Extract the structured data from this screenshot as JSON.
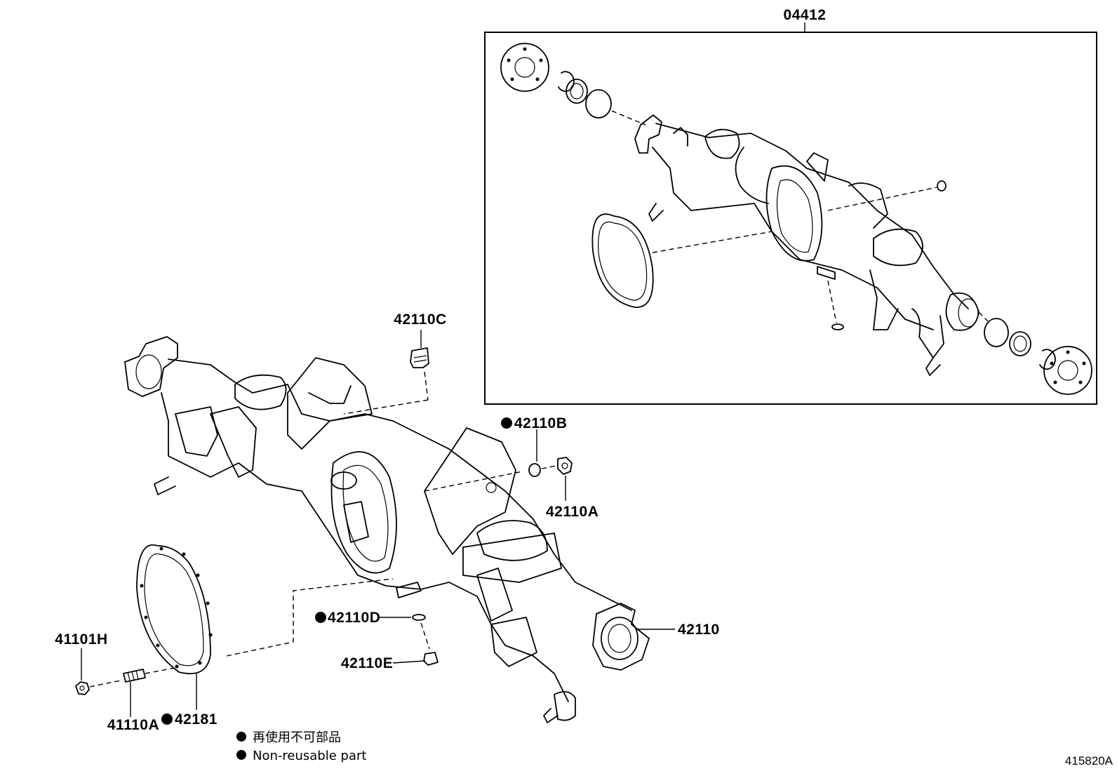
{
  "labels": {
    "assembly": "04412",
    "breather_plug": "42110C",
    "gasket_b": "42110B",
    "plug_a": "42110A",
    "gasket_d": "42110D",
    "plug_e": "42110E",
    "housing": "42110",
    "nut": "41101H",
    "stud": "41110A",
    "cover_gasket": "42181"
  },
  "non_reusable_marked": [
    "gasket_b",
    "gasket_d",
    "cover_gasket"
  ],
  "legend": {
    "japanese": "再使用不可部品",
    "english": "Non-reusable part"
  },
  "reference_number": "415820A"
}
